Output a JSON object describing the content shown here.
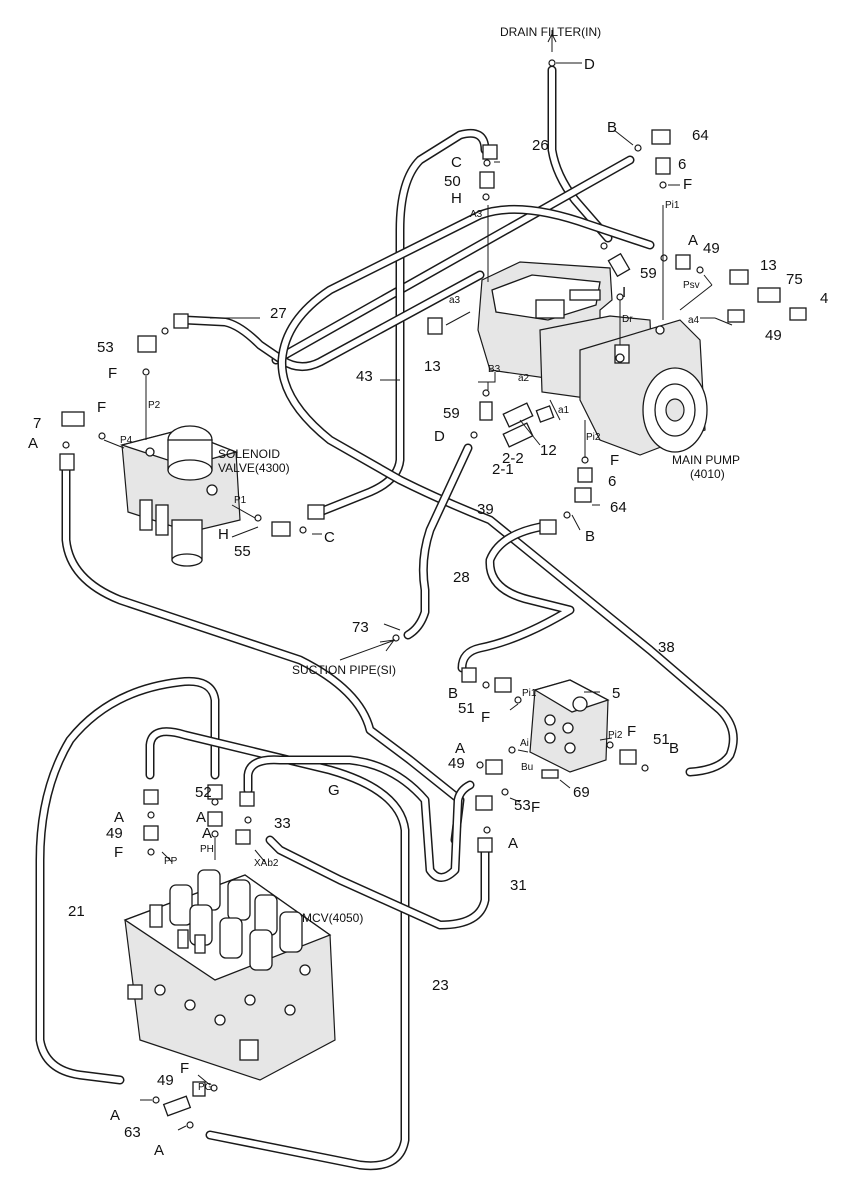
{
  "titles": {
    "drain_filter": "DRAIN FILTER(IN)",
    "suction_pipe": "SUCTION PIPE(SI)",
    "solenoid_1": "SOLENOID",
    "solenoid_2": "VALVE(4300)",
    "main_pump_1": "MAIN PUMP",
    "main_pump_2": "(4010)",
    "mcv": "MCV(4050)"
  },
  "callouts": [
    "D",
    "26",
    "B",
    "64",
    "6",
    "F",
    "C",
    "50",
    "H",
    "A",
    "49",
    "13",
    "75",
    "4",
    "59",
    "I",
    "49",
    "27",
    "53",
    "13",
    "43",
    "F",
    "7",
    "F",
    "A",
    "59",
    "D",
    "12",
    "2-2",
    "2-1",
    "F",
    "6",
    "64",
    "H",
    "55",
    "C",
    "39",
    "28",
    "B",
    "73",
    "38",
    "5",
    "B",
    "51",
    "F",
    "F",
    "A",
    "49",
    "51",
    "B",
    "F",
    "69",
    "53",
    "A",
    "A",
    "52",
    "A",
    "33",
    "G",
    "A",
    "49",
    "F",
    "31",
    "21",
    "23",
    "F",
    "49",
    "A",
    "63",
    "A"
  ],
  "ports": [
    "A3",
    "a3",
    "B3",
    "a2",
    "a1",
    "Pi2",
    "Pi1",
    "Psv",
    "Dr",
    "a4",
    "P2",
    "P4",
    "P1",
    "Pi1",
    "Ai",
    "Bu",
    "Pi2",
    "PP",
    "PH",
    "XAb2",
    "PG"
  ]
}
